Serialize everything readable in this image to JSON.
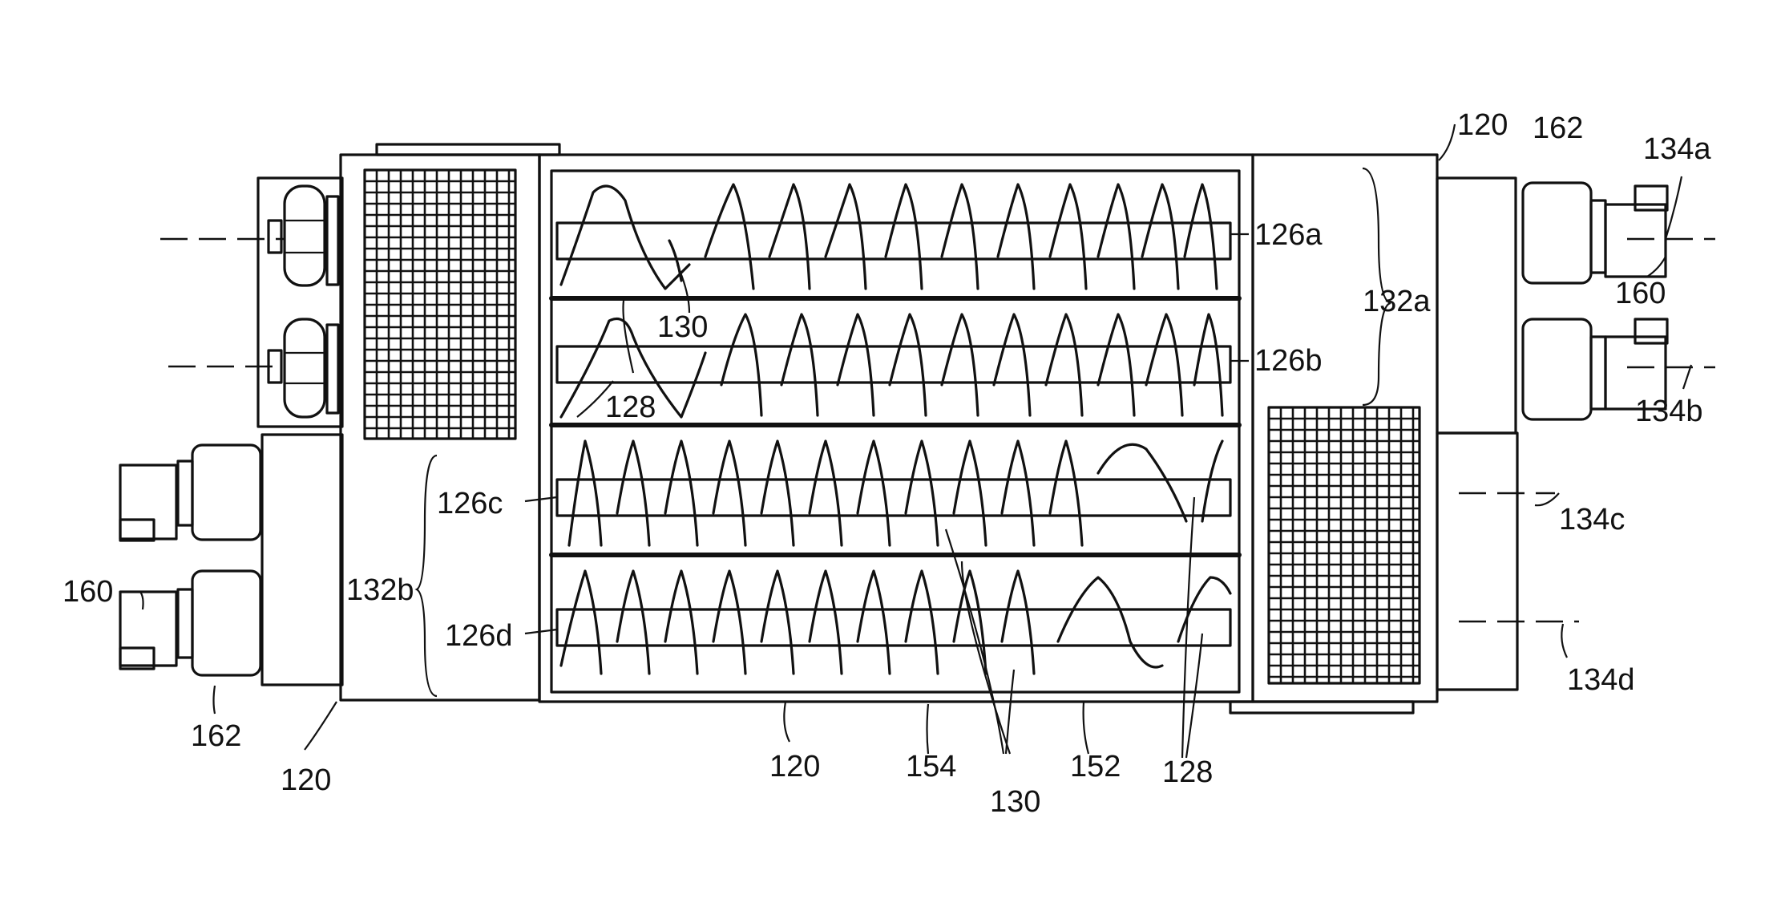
{
  "labels": {
    "housing_top_right": "120",
    "motor_top_right": "162",
    "shaft_a": "134a",
    "gear_top_right": "160",
    "shaft_b": "134b",
    "shaft_c": "134c",
    "shaft_d": "134d",
    "manifold_right": "132a",
    "screw_a": "126a",
    "screw_b": "126b",
    "screw_c": "126c",
    "screw_d": "126d",
    "flight_top": "130",
    "core_top": "128",
    "manifold_left": "132b",
    "gear_left": "160",
    "motor_left": "162",
    "housing_bottom_left": "120",
    "housing_bottom_mid": "120",
    "wall_154": "154",
    "flights_bottom": "130",
    "wall_152": "152",
    "cores_bottom": "128"
  }
}
